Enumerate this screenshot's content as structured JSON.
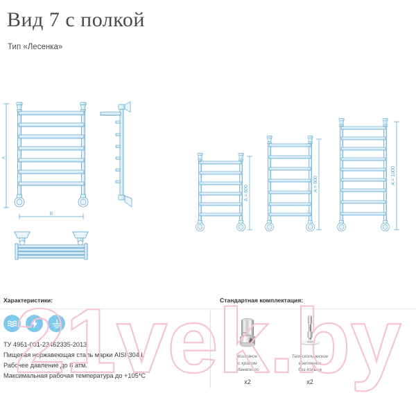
{
  "header": {
    "title": "Вид 7 с полкой",
    "subtitle": "Тип «Лесенка»"
  },
  "drawing": {
    "dimension_height_label": "A",
    "dimension_width_label": "B",
    "main_rung_count": 7,
    "views": [
      "front-view",
      "side-view",
      "shelf-top-view"
    ],
    "line_color": "#5ba3cc",
    "fill_color": "#d6ecf7",
    "variants": [
      {
        "label": "A = 600",
        "height_mm": 600,
        "rungs": 6
      },
      {
        "label": "A = 800",
        "height_mm": 800,
        "rungs": 7
      },
      {
        "label": "A = 1000",
        "height_mm": 1000,
        "rungs": 9
      }
    ]
  },
  "characteristics": {
    "heading": "Характеристики:",
    "badges": [
      {
        "name": "water-waves-icon",
        "color": "#7ec8ec"
      },
      {
        "name": "lightning-bolt-icon",
        "color": "#7ec8ec"
      },
      {
        "name": "grounding-icon",
        "color": "#7ec8ec"
      }
    ],
    "specs": [
      "ТУ 4951-001-23462335-2013",
      "Пищевая нержавеющая сталь марки AISI-304 L",
      "Рабочее давление до 8 атм.",
      "Максимальная рабочая температура до +105*С"
    ]
  },
  "kit": {
    "heading": "Стандартная комплектация:",
    "items": [
      {
        "caption": "Колпачок\nс краном\nМаевского",
        "qty": "x2",
        "photo": "maevsky-valve-cap-photo"
      },
      {
        "caption": "Телескопическое\nкрепление\nбез кольца",
        "qty": "x2",
        "photo": "telescopic-mount-photo"
      }
    ]
  },
  "watermark": {
    "text": "21vek.by",
    "color": "#f6c3d2"
  }
}
